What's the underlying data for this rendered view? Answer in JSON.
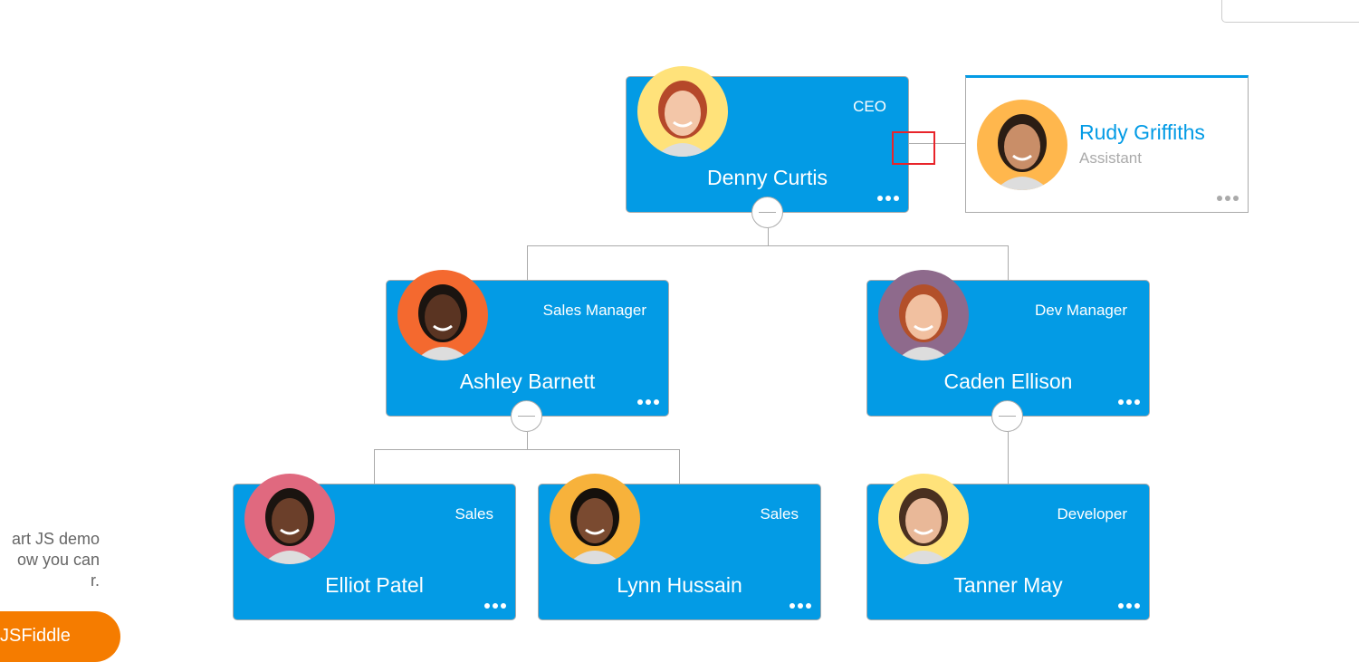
{
  "intro": {
    "lines": [
      "art JS demo",
      "ow you can",
      "r."
    ],
    "button": "JSFiddle"
  },
  "colors": {
    "node": "#039be5",
    "button": "#f57c00"
  },
  "nodes": [
    {
      "name": "Denny Curtis",
      "title": "CEO",
      "avatar_bg": "#ffe27a",
      "hair": "#b5482a",
      "skin": "#f3c6a8"
    },
    {
      "name": "Rudy Griffiths",
      "title": "Assistant",
      "avatar_bg": "#ffb74d",
      "hair": "#2b1d14",
      "skin": "#c98e68"
    },
    {
      "name": "Ashley Barnett",
      "title": "Sales Manager",
      "avatar_bg": "#f4692f",
      "hair": "#1a1410",
      "skin": "#5a3422"
    },
    {
      "name": "Caden Ellison",
      "title": "Dev Manager",
      "avatar_bg": "#8e6a8c",
      "hair": "#b3502a",
      "skin": "#f1c0a0"
    },
    {
      "name": "Elliot Patel",
      "title": "Sales",
      "avatar_bg": "#e0697f",
      "hair": "#1a1410",
      "skin": "#6b3f2a"
    },
    {
      "name": "Lynn Hussain",
      "title": "Sales",
      "avatar_bg": "#f7b23b",
      "hair": "#15100c",
      "skin": "#7a4a30"
    },
    {
      "name": "Tanner May",
      "title": "Developer",
      "avatar_bg": "#ffe27a",
      "hair": "#4a3020",
      "skin": "#e9b898"
    }
  ]
}
